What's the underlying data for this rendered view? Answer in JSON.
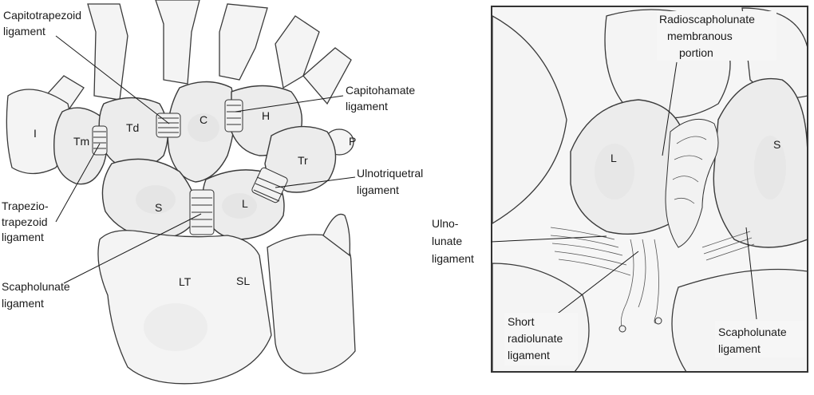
{
  "left_panel": {
    "bones": {
      "I": "I",
      "Tm": "Tm",
      "Td": "Td",
      "C": "C",
      "H": "H",
      "P": "P",
      "Tr": "Tr",
      "S": "S",
      "L": "L",
      "LT": "LT",
      "SL": "SL"
    },
    "ligaments": {
      "capitotrapezoid_1": "Capitotrapezoid",
      "capitotrapezoid_2": "ligament",
      "capitohamate_1": "Capitohamate",
      "capitohamate_2": "ligament",
      "ulnotriquetral_1": "Ulnotriquetral",
      "ulnotriquetral_2": "ligament",
      "trapezio_1": "Trapezio-",
      "trapezio_2": "trapezoid",
      "trapezio_3": "ligament",
      "scapholunate_1": "Scapholunate",
      "scapholunate_2": "ligament"
    }
  },
  "right_panel": {
    "bones": {
      "L": "L",
      "S": "S"
    },
    "labels": {
      "rsl_1": "Radioscapholunate",
      "rsl_2": "membranous",
      "rsl_3": "portion",
      "ulnolunate_1": "Ulno-",
      "ulnolunate_2": "lunate",
      "ulnolunate_3": "ligament",
      "srl_1": "Short",
      "srl_2": "radiolunate",
      "srl_3": "ligament",
      "scapholunate_1": "Scapholunate",
      "scapholunate_2": "ligament"
    }
  }
}
